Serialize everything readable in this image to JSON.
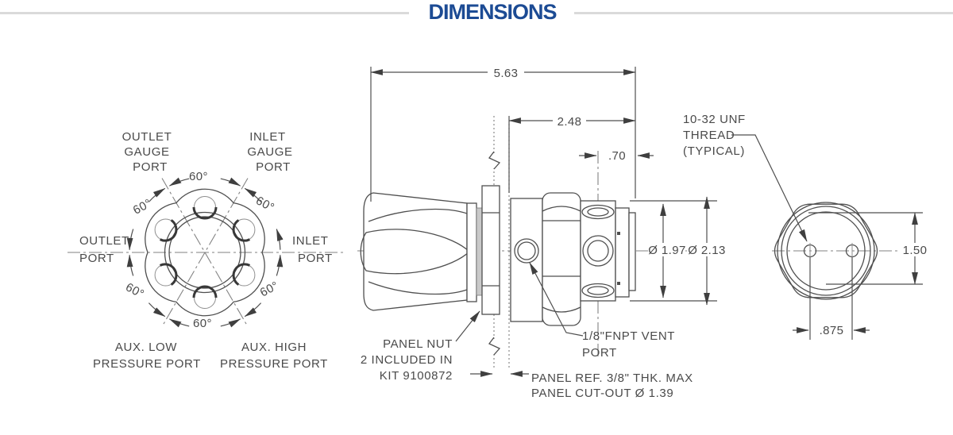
{
  "header": {
    "title": "DIMENSIONS"
  },
  "colors": {
    "accent": "#1c4b94",
    "line": "#4f4f4f",
    "text": "#4a4a4a",
    "divider": "#dadada"
  },
  "front_view": {
    "angle_label": "60°",
    "outlet_gauge": [
      "OUTLET",
      "GAUGE",
      "PORT"
    ],
    "inlet_gauge": [
      "INLET",
      "GAUGE",
      "PORT"
    ],
    "outlet_port": [
      "OUTLET",
      "PORT"
    ],
    "inlet_port": [
      "INLET",
      "PORT"
    ],
    "aux_low": [
      "AUX. LOW",
      "PRESSURE PORT"
    ],
    "aux_high": [
      "AUX. HIGH",
      "PRESSURE PORT"
    ]
  },
  "side_view": {
    "dim_overall": "5.63",
    "dim_body": "2.48",
    "dim_end": ".70",
    "dia_inner": "Ø 1.97",
    "dia_outer": "Ø 2.13",
    "panel_nut_note": [
      "PANEL NUT",
      "2 INCLUDED IN",
      "KIT 9100872"
    ],
    "vent_note": [
      "1/8\"FNPT VENT",
      "PORT"
    ],
    "panel_note": [
      "PANEL REF. 3/8\" THK. MAX",
      "PANEL CUT-OUT Ø 1.39"
    ]
  },
  "end_view": {
    "thread_note": [
      "10-32 UNF",
      "THREAD",
      "(TYPICAL)"
    ],
    "dim_flats": "1.50",
    "dim_holes": ".875"
  }
}
